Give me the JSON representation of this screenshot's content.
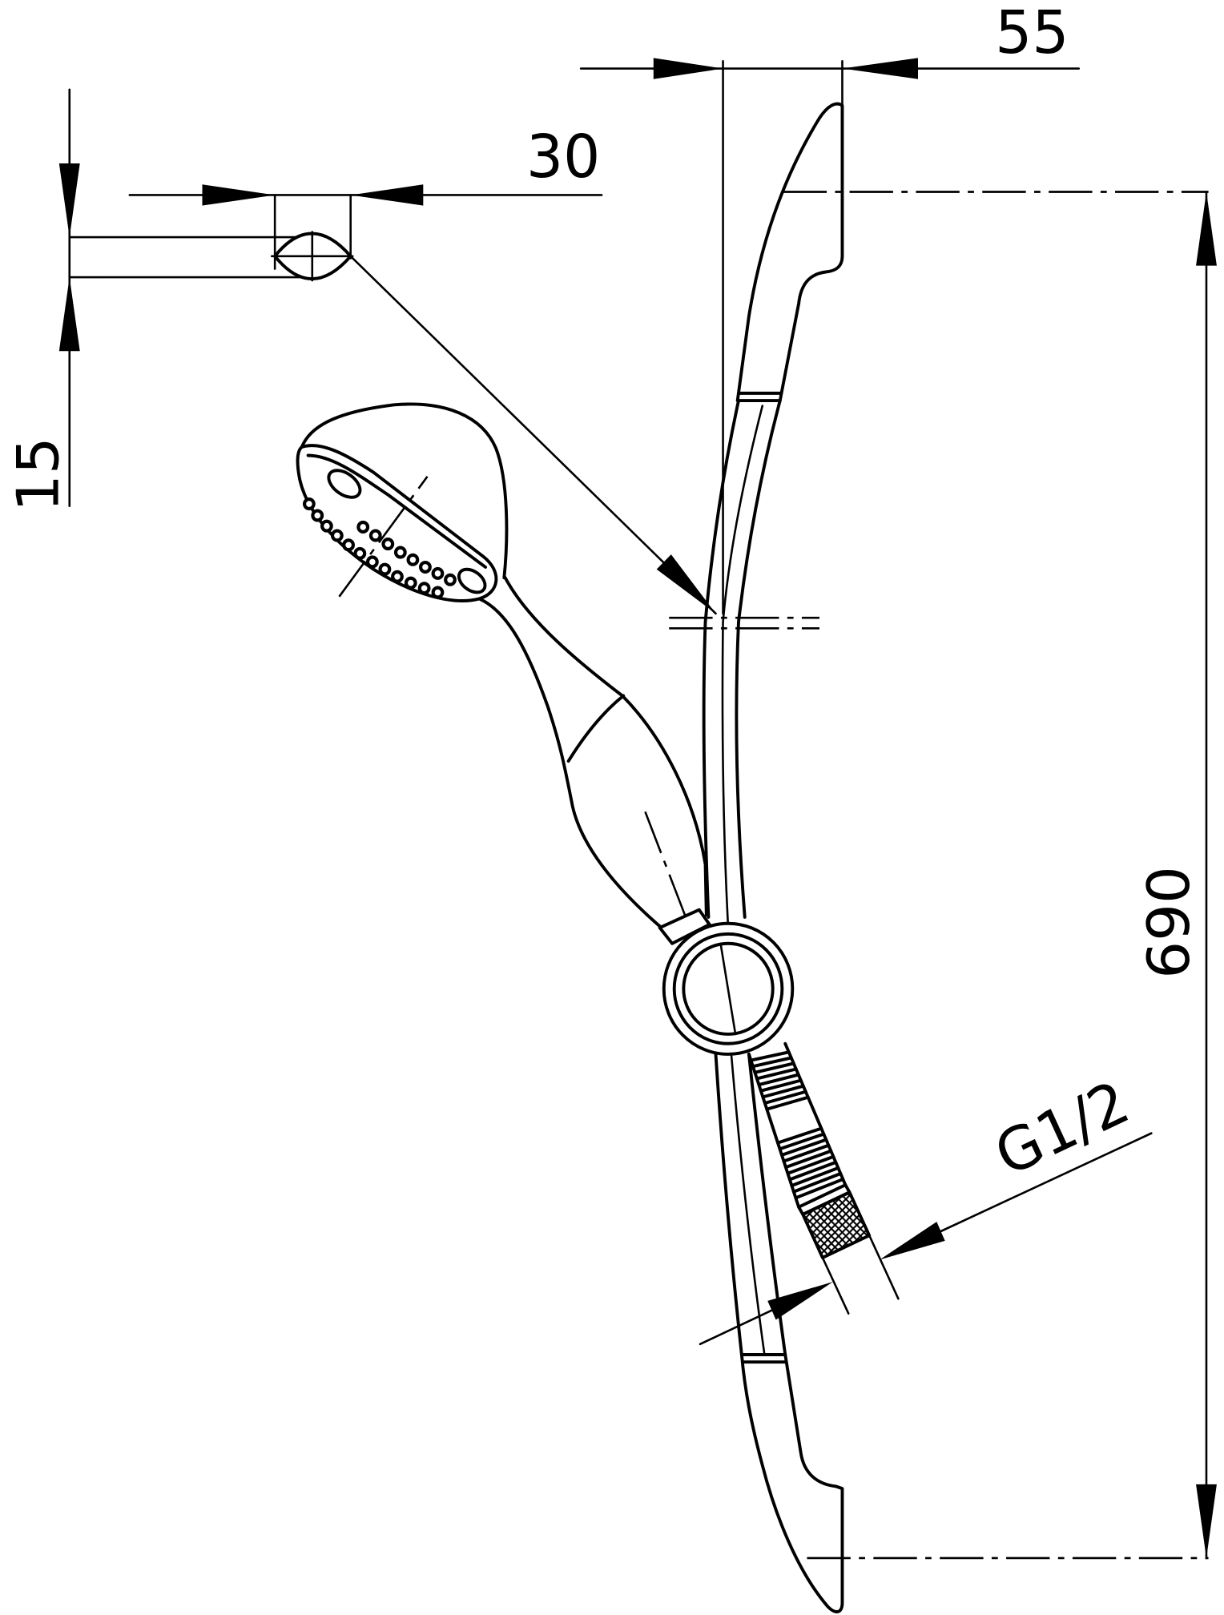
{
  "dimensions": {
    "top": "55",
    "arm": "30",
    "section": "15",
    "height": "690",
    "thread": "G1/2"
  },
  "colors": {
    "ink": "#000000",
    "background": "#ffffff"
  }
}
